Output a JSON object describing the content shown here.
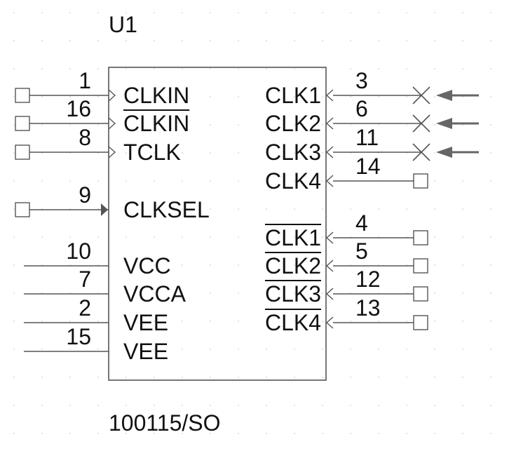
{
  "component": {
    "refdes": "U1",
    "part": "100115/SO"
  },
  "pins": {
    "left": [
      {
        "num": "1",
        "name": "CLKIN",
        "overbar": false,
        "type": "clock-in",
        "terminal": true
      },
      {
        "num": "16",
        "name": "CLKIN",
        "overbar": true,
        "type": "clock-in",
        "terminal": true
      },
      {
        "num": "8",
        "name": "TCLK",
        "overbar": false,
        "type": "clock-in",
        "terminal": true
      },
      {
        "num": "9",
        "name": "CLKSEL",
        "overbar": false,
        "type": "input",
        "terminal": true
      },
      {
        "num": "10",
        "name": "VCC",
        "overbar": false,
        "type": "power",
        "terminal": false
      },
      {
        "num": "7",
        "name": "VCCA",
        "overbar": false,
        "type": "power",
        "terminal": false
      },
      {
        "num": "2",
        "name": "VEE",
        "overbar": false,
        "type": "power",
        "terminal": false
      },
      {
        "num": "15",
        "name": "VEE",
        "overbar": false,
        "type": "power",
        "terminal": false
      }
    ],
    "right": [
      {
        "num": "3",
        "name": "CLK1",
        "overbar": false,
        "no_connect": true
      },
      {
        "num": "6",
        "name": "CLK2",
        "overbar": false,
        "no_connect": true
      },
      {
        "num": "11",
        "name": "CLK3",
        "overbar": false,
        "no_connect": true
      },
      {
        "num": "14",
        "name": "CLK4",
        "overbar": false,
        "no_connect": false
      },
      {
        "num": "4",
        "name": "CLK1",
        "overbar": true,
        "no_connect": false
      },
      {
        "num": "5",
        "name": "CLK2",
        "overbar": true,
        "no_connect": false
      },
      {
        "num": "12",
        "name": "CLK3",
        "overbar": true,
        "no_connect": false
      },
      {
        "num": "13",
        "name": "CLK4",
        "overbar": true,
        "no_connect": false
      }
    ]
  },
  "colors": {
    "line": "#555555",
    "text": "#111111",
    "grid_dot": "#cfcfcf",
    "arrow": "#666666"
  },
  "icons": {
    "no_connect": "x-mark-icon",
    "pointer": "left-arrow-icon",
    "terminal": "square-terminal-icon",
    "clock": "clock-chevron-icon",
    "input": "triangle-input-icon"
  }
}
